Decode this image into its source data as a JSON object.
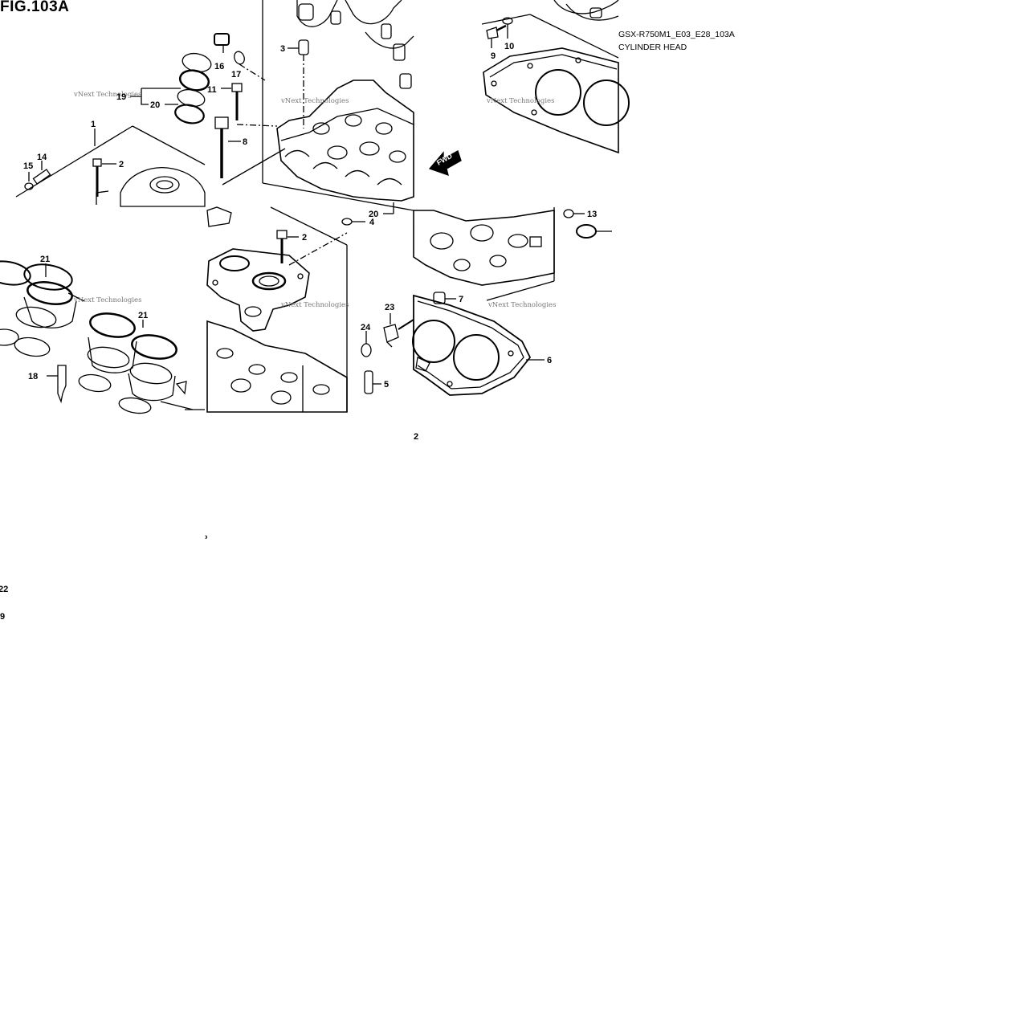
{
  "figure": {
    "title": "FIG.103A",
    "model_code": "GSX-R750M1_E03_E28_103A",
    "section_name": "CYLINDER HEAD",
    "direction_label": "FWD",
    "watermark": "vNext Technologies"
  },
  "callouts": [
    {
      "id": "c1",
      "label": "1"
    },
    {
      "id": "c2a",
      "label": "2"
    },
    {
      "id": "c2b",
      "label": "2"
    },
    {
      "id": "c3",
      "label": "3"
    },
    {
      "id": "c4",
      "label": "4"
    },
    {
      "id": "c5",
      "label": "5"
    },
    {
      "id": "c6",
      "label": "6"
    },
    {
      "id": "c7",
      "label": "7"
    },
    {
      "id": "c8",
      "label": "8"
    },
    {
      "id": "c9",
      "label": "9"
    },
    {
      "id": "c10",
      "label": "10"
    },
    {
      "id": "c11",
      "label": "11"
    },
    {
      "id": "c13",
      "label": "13"
    },
    {
      "id": "c14",
      "label": "14"
    },
    {
      "id": "c15",
      "label": "15"
    },
    {
      "id": "c16",
      "label": "16"
    },
    {
      "id": "c17",
      "label": "17"
    },
    {
      "id": "c18",
      "label": "18"
    },
    {
      "id": "c19",
      "label": "19"
    },
    {
      "id": "c20a",
      "label": "20"
    },
    {
      "id": "c20b",
      "label": "20"
    },
    {
      "id": "c21a",
      "label": "21"
    },
    {
      "id": "c21b",
      "label": "21"
    },
    {
      "id": "c23",
      "label": "23"
    },
    {
      "id": "c24",
      "label": "24"
    }
  ],
  "stray_labels": [
    {
      "id": "s1",
      "text": "2"
    },
    {
      "id": "s2",
      "text": "22"
    },
    {
      "id": "s3",
      "text": "9"
    },
    {
      "id": "s4",
      "text": "›"
    }
  ]
}
